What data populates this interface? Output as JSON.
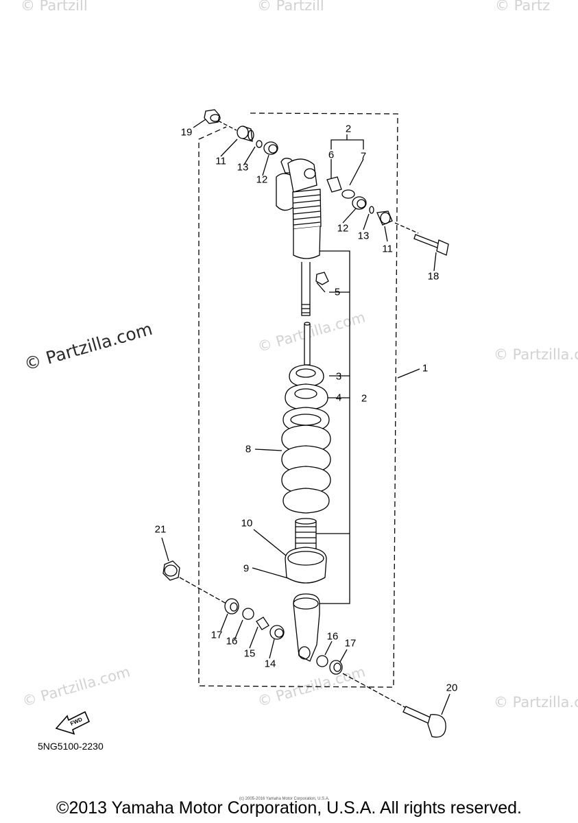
{
  "watermarks": {
    "text": "© Partzilla.com",
    "partial": "© Partzill",
    "partial_right": "© Partz"
  },
  "diagram_code": "5NG5100-2230",
  "fwd_label": "FWD",
  "fine_print": "(c) 2005-2016 Yamaha Motor Corporation, U.S.A.",
  "copyright": "©2013 Yamaha Motor Corporation, U.S.A. All rights reserved.",
  "callouts": {
    "c19": "19",
    "c11a": "11",
    "c13a": "13",
    "c12a": "12",
    "c2a": "2",
    "c6": "6",
    "c7": "7",
    "c12b": "12",
    "c13b": "13",
    "c11b": "11",
    "c18": "18",
    "c5": "5",
    "c1": "1",
    "c3": "3",
    "c4": "4",
    "c2b": "2",
    "c8": "8",
    "c10": "10",
    "c9": "9",
    "c21": "21",
    "c17a": "17",
    "c16a": "16",
    "c15": "15",
    "c14": "14",
    "c16b": "16",
    "c17b": "17",
    "c20": "20"
  }
}
